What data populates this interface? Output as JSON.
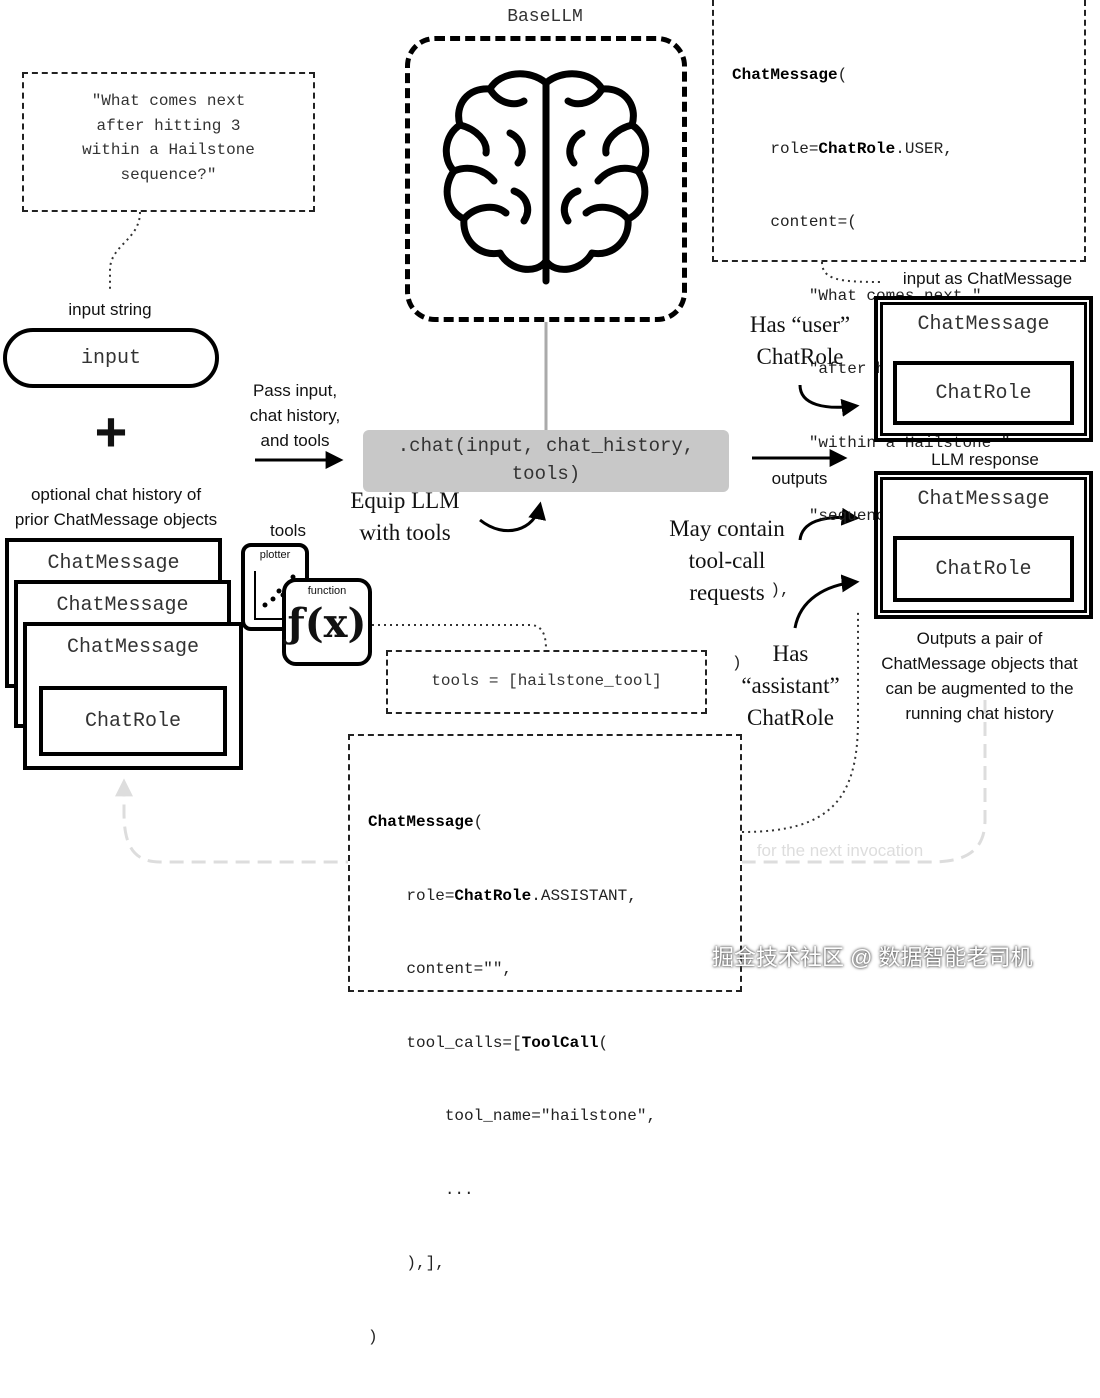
{
  "base_llm": {
    "title": "BaseLLM"
  },
  "input_prompt": {
    "lines": [
      "\"What comes next",
      "after hitting 3",
      "within a Hailstone",
      "sequence?\""
    ]
  },
  "labels": {
    "input_string": "input string",
    "input_pill": "input",
    "plus": "+",
    "optional_history": [
      "optional chat history of",
      "prior ChatMessage objects"
    ],
    "tools": "tools",
    "plotter": "plotter",
    "function": "function",
    "pass_input": [
      "Pass input,",
      "chat history,",
      "and tools"
    ],
    "chat_call": [
      ".chat(input, chat_history,",
      "tools)"
    ],
    "equip": [
      "Equip LLM",
      "with tools"
    ],
    "outputs": "outputs",
    "input_as_msg": "input as ChatMessage",
    "llm_response": "LLM response",
    "has_user": [
      "Has “user”",
      "ChatRole"
    ],
    "may_contain": [
      "May contain",
      "tool-call",
      "requests"
    ],
    "has_assistant": [
      "Has",
      "“assistant”",
      "ChatRole"
    ],
    "outputs_pair": [
      "Outputs a pair of",
      "ChatMessage objects that",
      "can be augmented to the",
      "running chat history"
    ],
    "next_invocation": "for the next invocation",
    "tools_list": "tools = [hailstone_tool]",
    "watermark": "掘金技术社区 @ 数据智能老司机"
  },
  "history_stack": {
    "titles": [
      "ChatMessage",
      "ChatMessage",
      "ChatMessage"
    ],
    "role": "ChatRole"
  },
  "user_msg": {
    "title": "ChatMessage",
    "role": "ChatRole"
  },
  "assistant_msg": {
    "title": "ChatMessage",
    "role": "ChatRole"
  },
  "code_user": {
    "line1_bold": "ChatMessage",
    "line1_rest": "(",
    "line2_a": "    role=",
    "line2_bold": "ChatRole",
    "line2_c": ".USER,",
    "line3": "    content=(",
    "line4": "        \"What comes next \"",
    "line5": "        \"after hitting 3 \"",
    "line6": "        \"within a Hailstone \"",
    "line7": "        \"sequence?\"",
    "line8": "    ),",
    "line9": ")"
  },
  "code_assistant": {
    "line1_bold": "ChatMessage",
    "line1_rest": "(",
    "line2_a": "    role=",
    "line2_bold": "ChatRole",
    "line2_c": ".ASSISTANT,",
    "line3": "    content=\"\",",
    "line4_a": "    tool_calls=[",
    "line4_bold": "ToolCall",
    "line4_c": "(",
    "line5": "        tool_name=\"hailstone\",",
    "line6": "        ...",
    "line7": "    ),],",
    "line8": ")"
  }
}
